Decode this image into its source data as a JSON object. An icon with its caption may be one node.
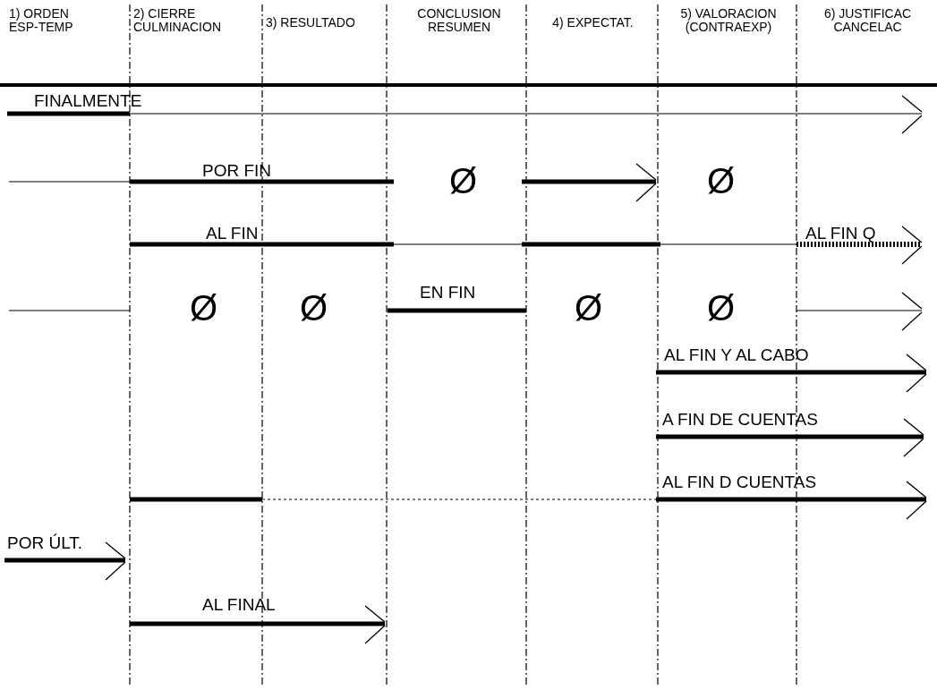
{
  "diagram": {
    "labels": [
      "1) ORDEN ESP-TEMP",
      "2) CIERRE CULMINACION",
      "3) RESULTADO",
      "CONCLUSION RESUMEN",
      "4) EXPECTAT.",
      "5) VALORACION (CONTRAEXP)",
      "6) JUSTIFICAC CANCELAC",
      "FINALMENTE",
      "POR FIN",
      "Ø",
      "Ø",
      "AL FIN",
      "AL FIN Q",
      "Ø",
      "Ø",
      "EN FIN",
      "Ø",
      "Ø",
      "AL FIN Y AL CABO",
      "A FIN DE CUENTAS",
      "AL FIN D CUENTAS",
      "POR ÚLT.",
      "AL FINAL"
    ]
  }
}
